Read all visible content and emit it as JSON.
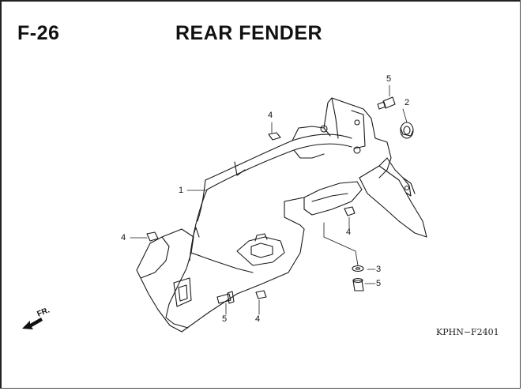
{
  "header": {
    "code": "F-26",
    "title": "REAR FENDER"
  },
  "footer": {
    "ref_code": "KPHN−F2401",
    "direction_label": "FR."
  },
  "callouts": [
    {
      "id": "c1",
      "label": "1"
    },
    {
      "id": "c2",
      "label": "2"
    },
    {
      "id": "c3",
      "label": "3"
    },
    {
      "id": "c4a",
      "label": "4"
    },
    {
      "id": "c4b",
      "label": "4"
    },
    {
      "id": "c4c",
      "label": "4"
    },
    {
      "id": "c4d",
      "label": "4"
    },
    {
      "id": "c5a",
      "label": "5"
    },
    {
      "id": "c5b",
      "label": "5"
    },
    {
      "id": "c5c",
      "label": "5"
    }
  ],
  "icons": [
    "direction-arrow-icon"
  ],
  "colors": {
    "ink": "#111111",
    "background": "#ffffff"
  }
}
